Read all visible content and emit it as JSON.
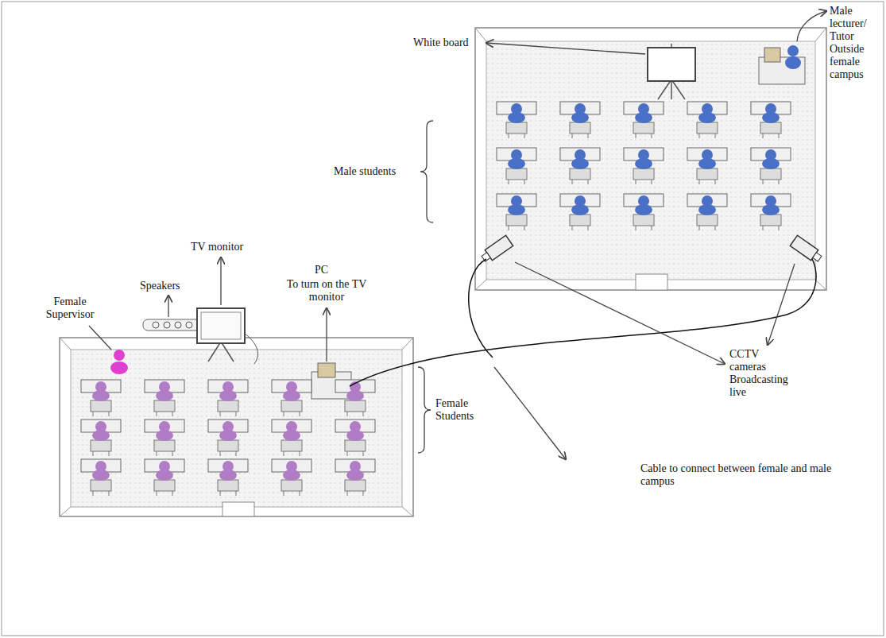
{
  "diagram": {
    "labels": [
      "White board",
      "Male lecturer/ Tutor Outside female campus",
      "Male students",
      "Female Supervisor",
      "Speakers",
      "TV monitor",
      "PC",
      "To turn on the TV monitor",
      "Female Students",
      "CCTV cameras Broadcasting live",
      "Cable to connect between female and male campus"
    ]
  }
}
